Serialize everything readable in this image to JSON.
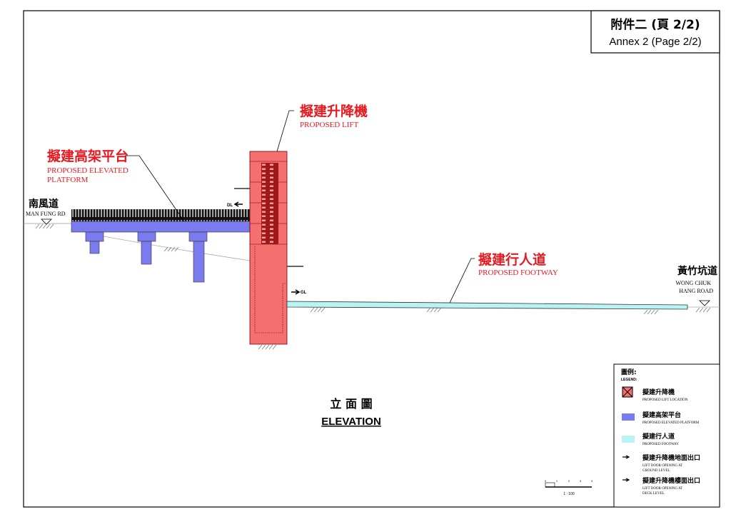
{
  "title_block": {
    "cn": "附件二 (頁 2/2)",
    "en": "Annex 2 (Page 2/2)"
  },
  "labels": {
    "lift": {
      "cn": "擬建升降機",
      "en": "PROPOSED LIFT"
    },
    "platform": {
      "cn": "擬建高架平台",
      "en_line1": "PROPOSED ELEVATED",
      "en_line2": "PLATFORM"
    },
    "footway": {
      "cn": "擬建行人道",
      "en": "PROPOSED FOOTWAY"
    },
    "road_left": {
      "cn": "南風道",
      "en": "MAN FUNG RD"
    },
    "road_right": {
      "cn": "黃竹坑道",
      "en_line1": "WONG CHUK",
      "en_line2": "HANG ROAD"
    },
    "dl_marker": "DL",
    "gl_marker": "GL"
  },
  "view_title": {
    "cn": "立 面 圖",
    "en": "ELEVATION"
  },
  "scale": {
    "text": "1 : 100",
    "ticks": [
      "0",
      "1",
      "2",
      "3",
      "4"
    ]
  },
  "legend": {
    "title_cn": "圖例:",
    "title_en": "LEGEND:",
    "items": [
      {
        "symbol": "lift-box",
        "color": "#f4706f",
        "cn": "擬建升降機",
        "en": "PROPOSED LIFT LOCATION"
      },
      {
        "symbol": "platform-box",
        "color": "#7b7bf0",
        "cn": "擬建高架平台",
        "en": "PROPOSED ELEVATED PLATFORM"
      },
      {
        "symbol": "footway-box",
        "color": "#b8f4f4",
        "cn": "擬建行人道",
        "en": "PROPOSED FOOTWAY"
      },
      {
        "symbol": "arrow-gl",
        "cn": "擬建升降機地面出口",
        "en_line1": "LIFT DOOR OPENING AT",
        "en_line2": "GROUND LEVEL"
      },
      {
        "symbol": "arrow-dl",
        "cn": "擬建升降機樓面出口",
        "en_line1": "LIFT DOOR OPENING AT",
        "en_line2": "DECK LEVEL"
      }
    ]
  },
  "colors": {
    "label_red": "#e8191f",
    "lift": "#f4706f",
    "platform": "#7b7bf0",
    "footway": "#b8f4f4"
  }
}
